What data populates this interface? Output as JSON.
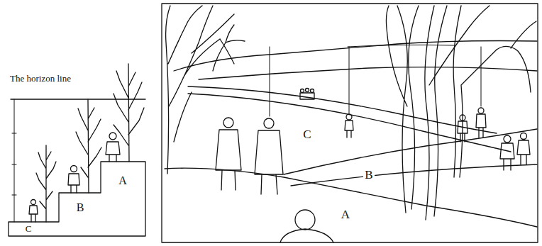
{
  "diagram": {
    "labels": [
      "The horizon line",
      "A",
      "B",
      "C",
      "C",
      "B",
      "A"
    ]
  }
}
